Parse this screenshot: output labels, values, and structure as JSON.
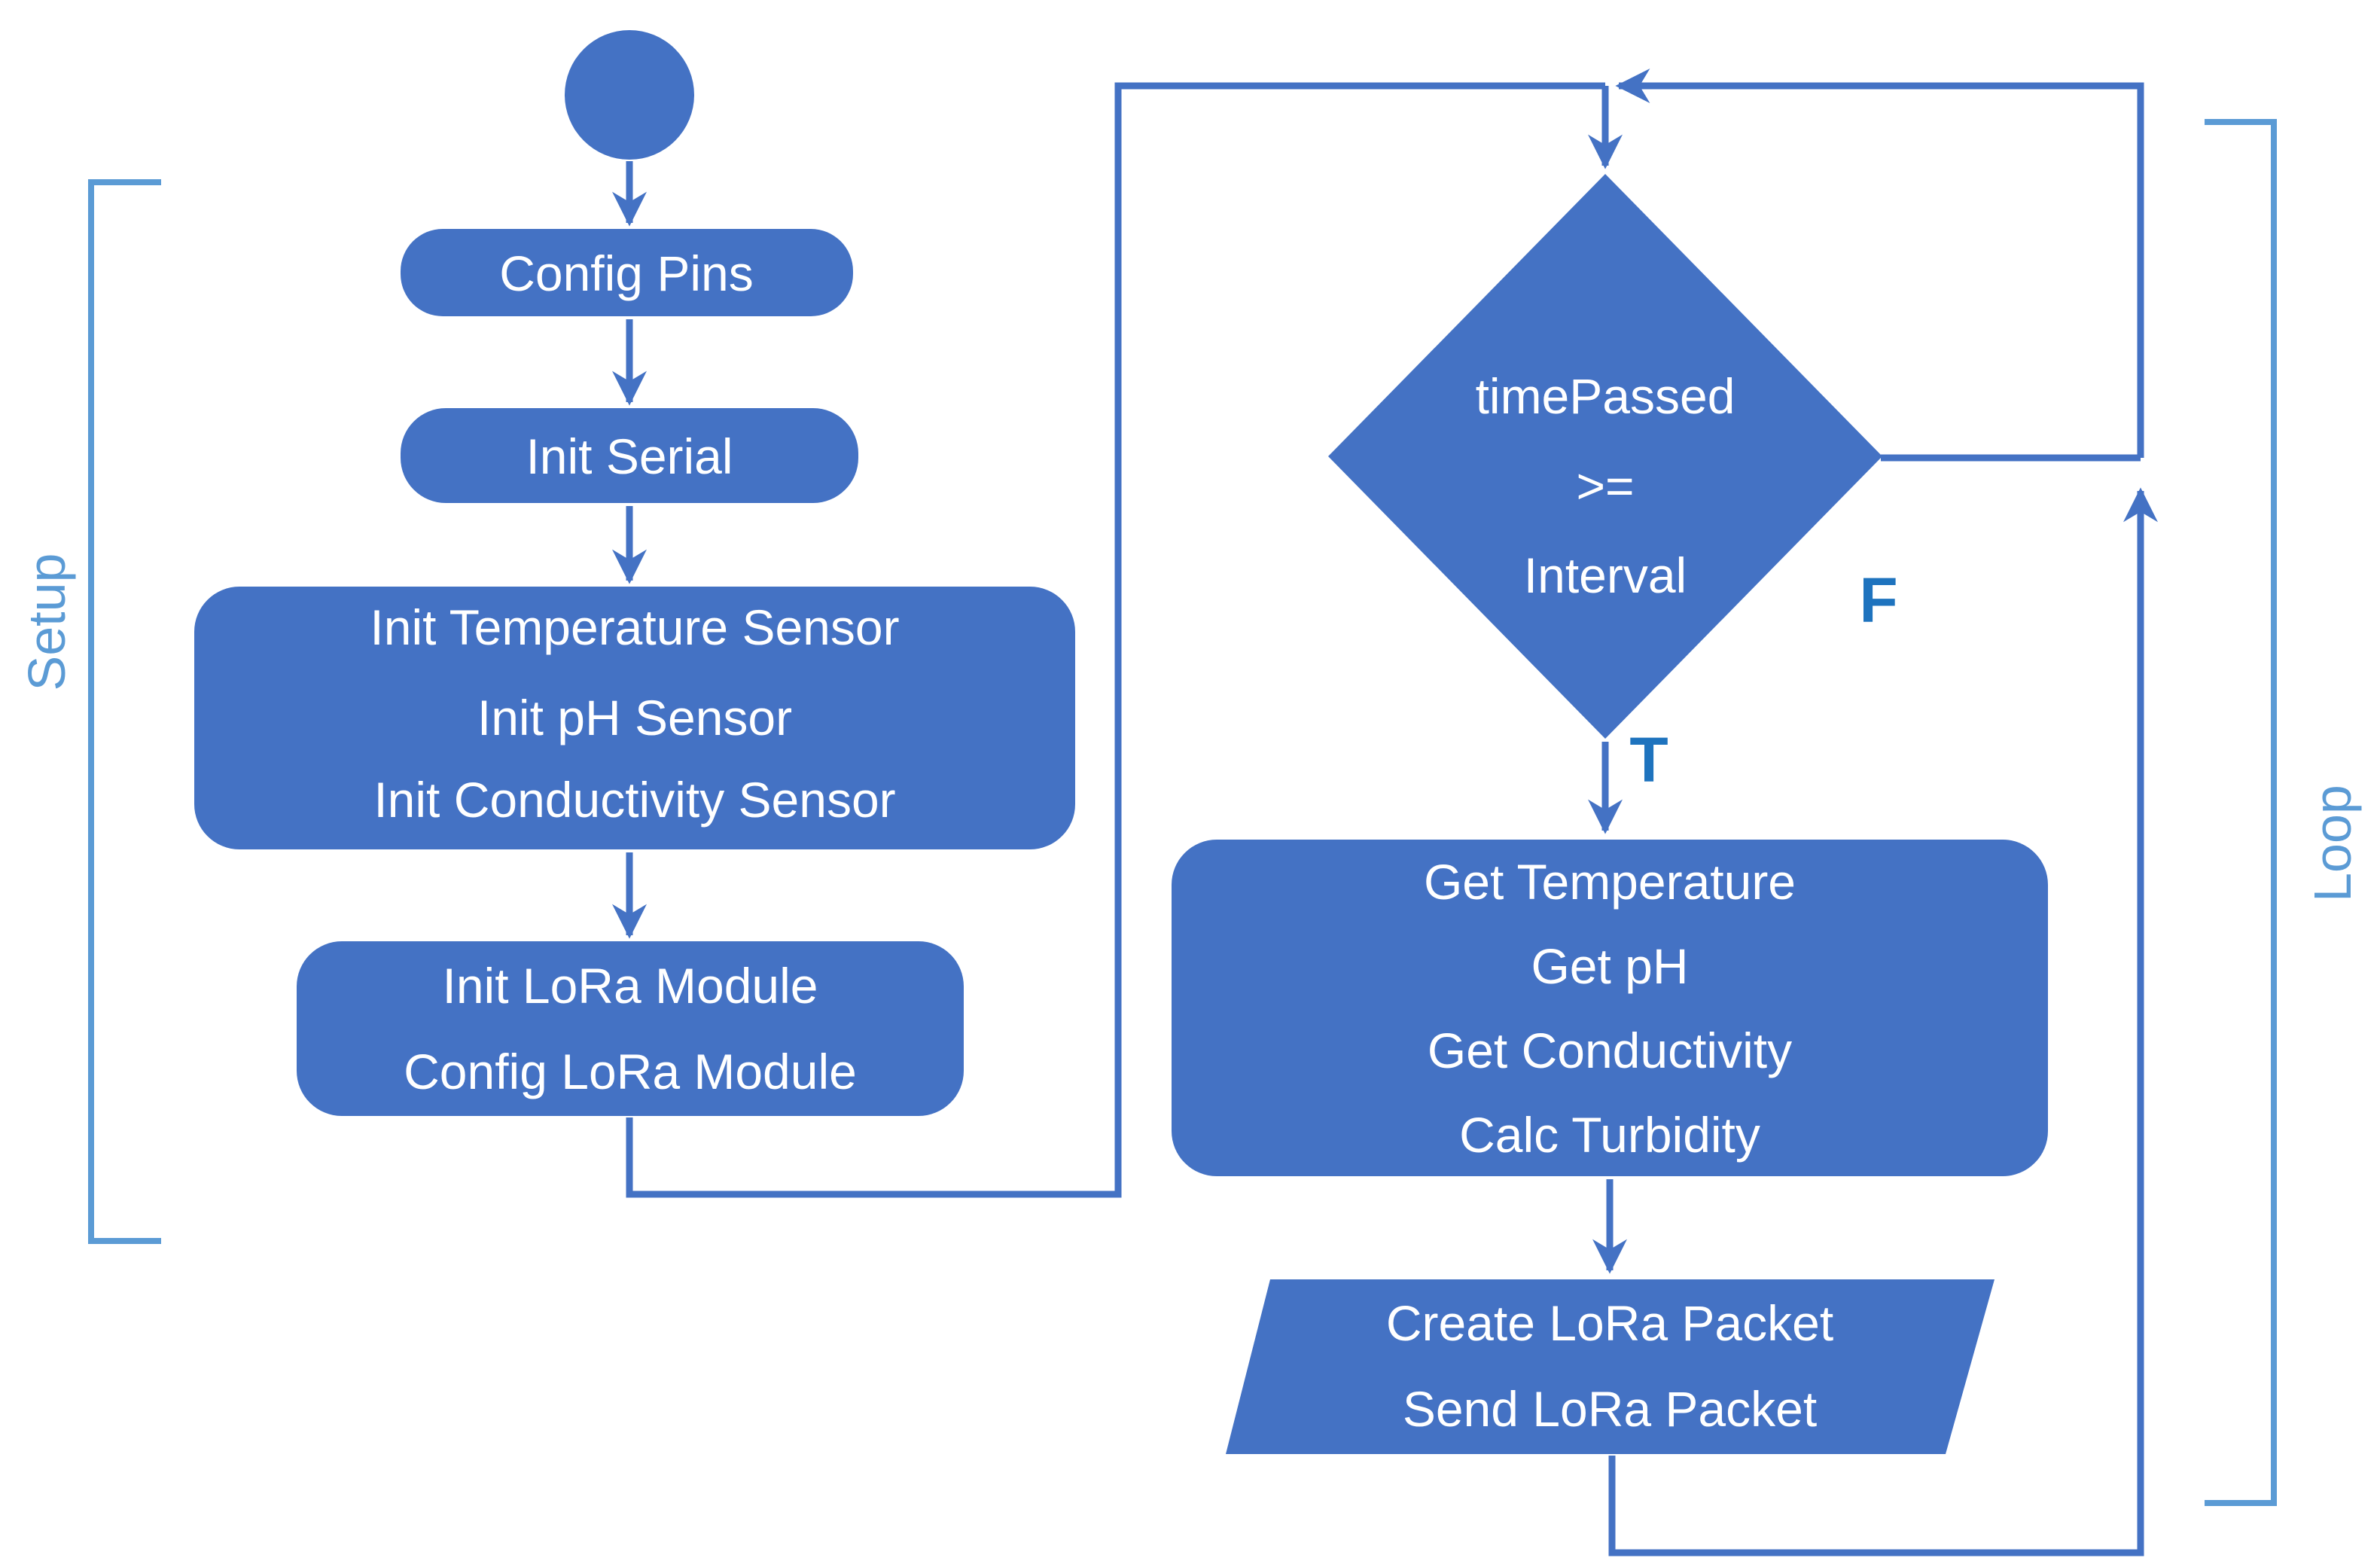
{
  "diagram": {
    "type": "flowchart",
    "background": "#ffffff",
    "colors": {
      "shape_fill": "#4472C4",
      "connector": "#4472C4",
      "shape_text": "#FFFFFF",
      "bracket": "#5B9BD5",
      "region_label": "#5B9BD5",
      "branch_label": "#1E73BE"
    },
    "nodes": {
      "start": {
        "type": "start-circle"
      },
      "config_pins": {
        "type": "process",
        "label": "Config Pins"
      },
      "init_serial": {
        "type": "process",
        "label": "Init Serial"
      },
      "init_sensors": {
        "type": "process",
        "lines": [
          "Init Temperature Sensor",
          "Init pH Sensor",
          "Init Conductivity Sensor"
        ]
      },
      "init_lora": {
        "type": "process",
        "lines": [
          "Init LoRa Module",
          "Config LoRa Module"
        ]
      },
      "decision": {
        "type": "decision",
        "lines": [
          "timePassed",
          ">=",
          "Interval"
        ]
      },
      "read_sensors": {
        "type": "process",
        "lines": [
          "Get Temperature",
          "Get pH",
          "Get Conductivity",
          "Calc Turbidity"
        ]
      },
      "send_packet": {
        "type": "input-output",
        "lines": [
          "Create LoRa Packet",
          "Send LoRa Packet"
        ]
      }
    },
    "branch_labels": {
      "true": "T",
      "false": "F"
    },
    "region_labels": {
      "setup": "Setup",
      "loop": "Loop"
    }
  }
}
